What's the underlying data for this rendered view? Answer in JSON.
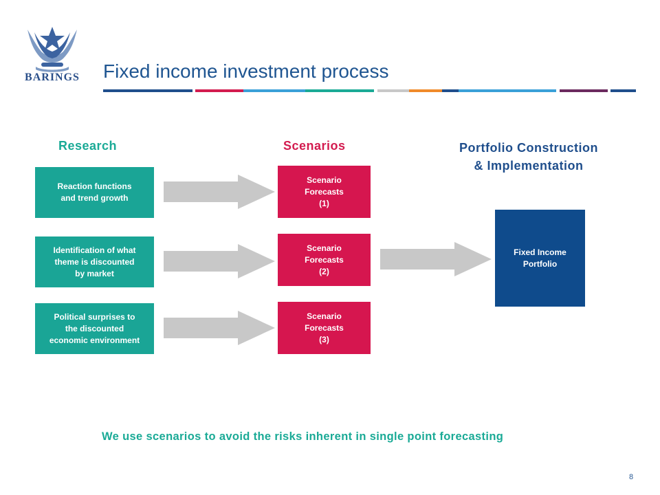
{
  "logo": {
    "text": "BARINGS"
  },
  "title": "Fixed income investment process",
  "headings": {
    "research": "Research",
    "scenarios": "Scenarios",
    "portfolio_line1": "Portfolio Construction",
    "portfolio_line2": "& Implementation"
  },
  "research_items": [
    {
      "line1": "Reaction functions",
      "line2": "and trend growth",
      "line3": ""
    },
    {
      "line1": "Identification of what",
      "line2": "theme is discounted",
      "line3": "by market"
    },
    {
      "line1": "Political surprises to",
      "line2": "the discounted",
      "line3": "economic environment"
    }
  ],
  "scenario_items": [
    {
      "line1": "Scenario",
      "line2": "Forecasts",
      "line3": "(1)"
    },
    {
      "line1": "Scenario",
      "line2": "Forecasts",
      "line3": "(2)"
    },
    {
      "line1": "Scenario",
      "line2": "Forecasts",
      "line3": "(3)"
    }
  ],
  "portfolio": {
    "line1": "Fixed Income",
    "line2": "Portfolio"
  },
  "footer_note": "We use scenarios to avoid the risks inherent in single point forecasting",
  "page_number": "8",
  "colors": {
    "teal": "#1aa596",
    "crimson": "#d6164f",
    "navy": "#0f4b8c",
    "arrow": "#c8c8c8",
    "rule_segments": [
      "#1f4e8c",
      "#d31b4f",
      "#3aa0d8",
      "#1aaa96",
      "#c8c8c8",
      "#f08a2a",
      "#1f4e8c",
      "#3aa0d8",
      "#6b2a5e",
      "#1f4e8c"
    ]
  }
}
